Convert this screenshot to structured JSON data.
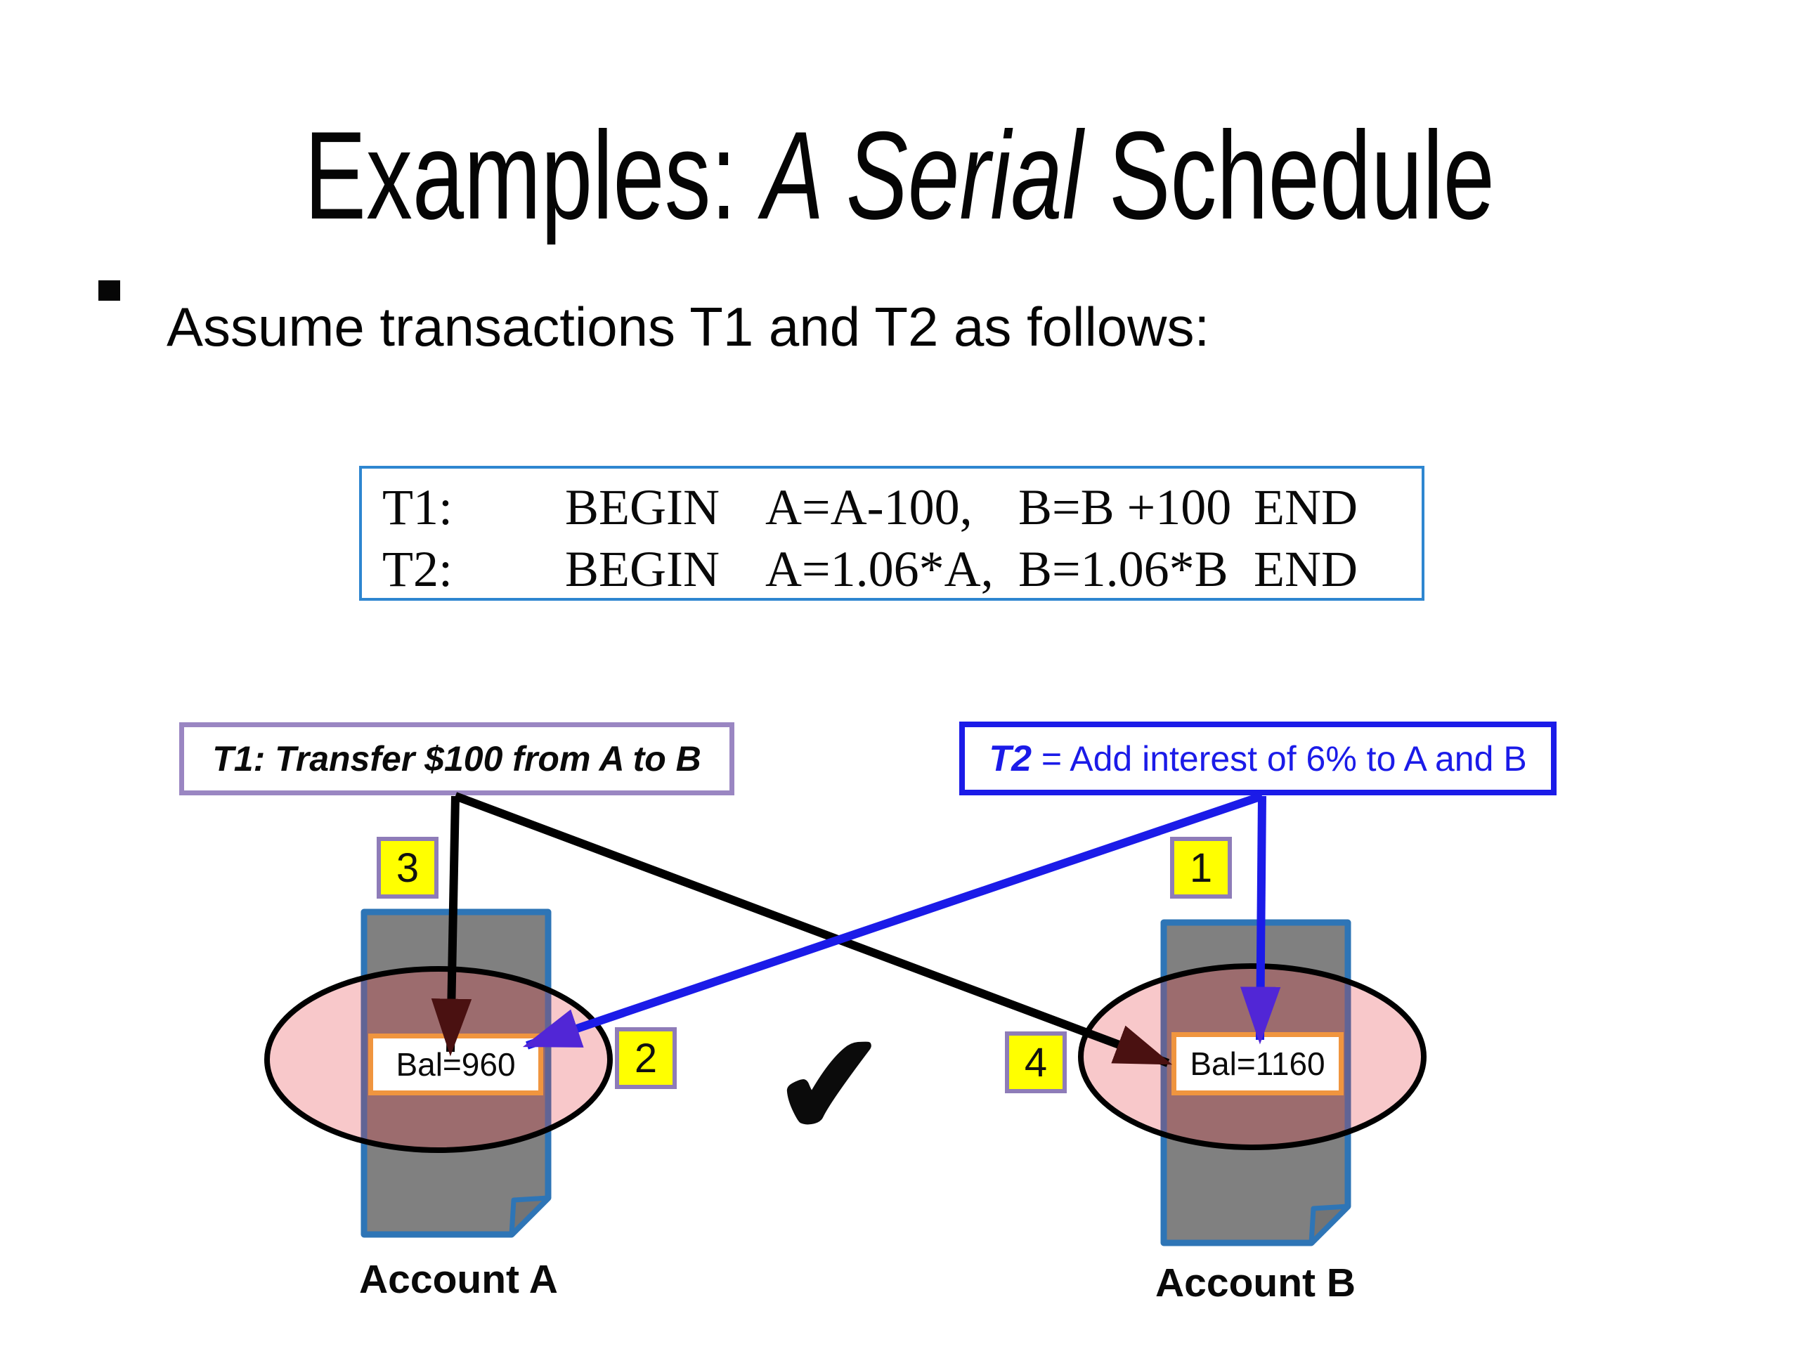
{
  "slide": {
    "title": {
      "prefix": "Examples: ",
      "italic": "A Serial",
      "suffix": " Schedule"
    },
    "bullet": {
      "text": "Assume transactions T1 and T2 as follows:"
    },
    "code": {
      "rows": [
        {
          "label": "T1:",
          "begin": "BEGIN",
          "expr1": "A=A-100,",
          "expr2": "B=B +100",
          "end": "END"
        },
        {
          "label": "T2:",
          "begin": "BEGIN",
          "expr1": "A=1.06*A,",
          "expr2": "B=1.06*B",
          "end": "END"
        }
      ]
    },
    "t1_box": {
      "label": "T1: Transfer $100 from A to B"
    },
    "t2_box": {
      "bold": "T2",
      "rest": " = Add interest of 6% to A and B"
    },
    "badges": {
      "b1": "1",
      "b2": "2",
      "b3": "3",
      "b4": "4"
    },
    "accounts": {
      "a": {
        "name": "Account A",
        "balance": "Bal=960"
      },
      "b": {
        "name": "Account B",
        "balance": "Bal=1160"
      }
    },
    "check": {
      "glyph": "✔"
    },
    "colors": {
      "t2_blue": "#1B1BE8",
      "code_box_border": "#2E86D0",
      "t1_border_purple": "#9A86C2",
      "badge_yellow": "#FFFF00",
      "badge_border_purple": "#8E7CB8",
      "balance_border_orange": "#F0953F",
      "document_border_blue": "#2E75B6",
      "document_gray": "#808080",
      "ellipse_pink": "rgba(229,57,63,0.28)",
      "arrow_black": "#000000",
      "arrowhead_maroon": "#4A1111",
      "arrowhead_purple": "#5126D6"
    }
  }
}
